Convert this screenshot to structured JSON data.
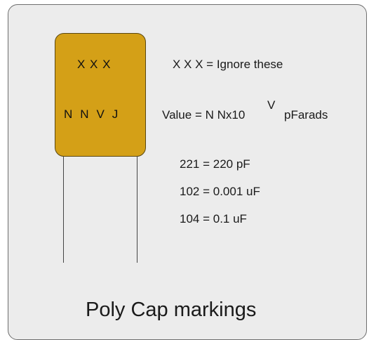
{
  "capacitor": {
    "top_marking": "X X X",
    "bottom_marking": "N  N  V  J",
    "body_color": "#d4a017"
  },
  "legend": {
    "ignore_line": "X X X = Ignore these",
    "value_prefix": "Value = N Nx10",
    "value_exponent": "V",
    "value_suffix": "pFarads"
  },
  "examples": [
    "221 = 220 pF",
    "102 = 0.001 uF",
    "104 = 0.1 uF"
  ],
  "title": "Poly Cap markings"
}
